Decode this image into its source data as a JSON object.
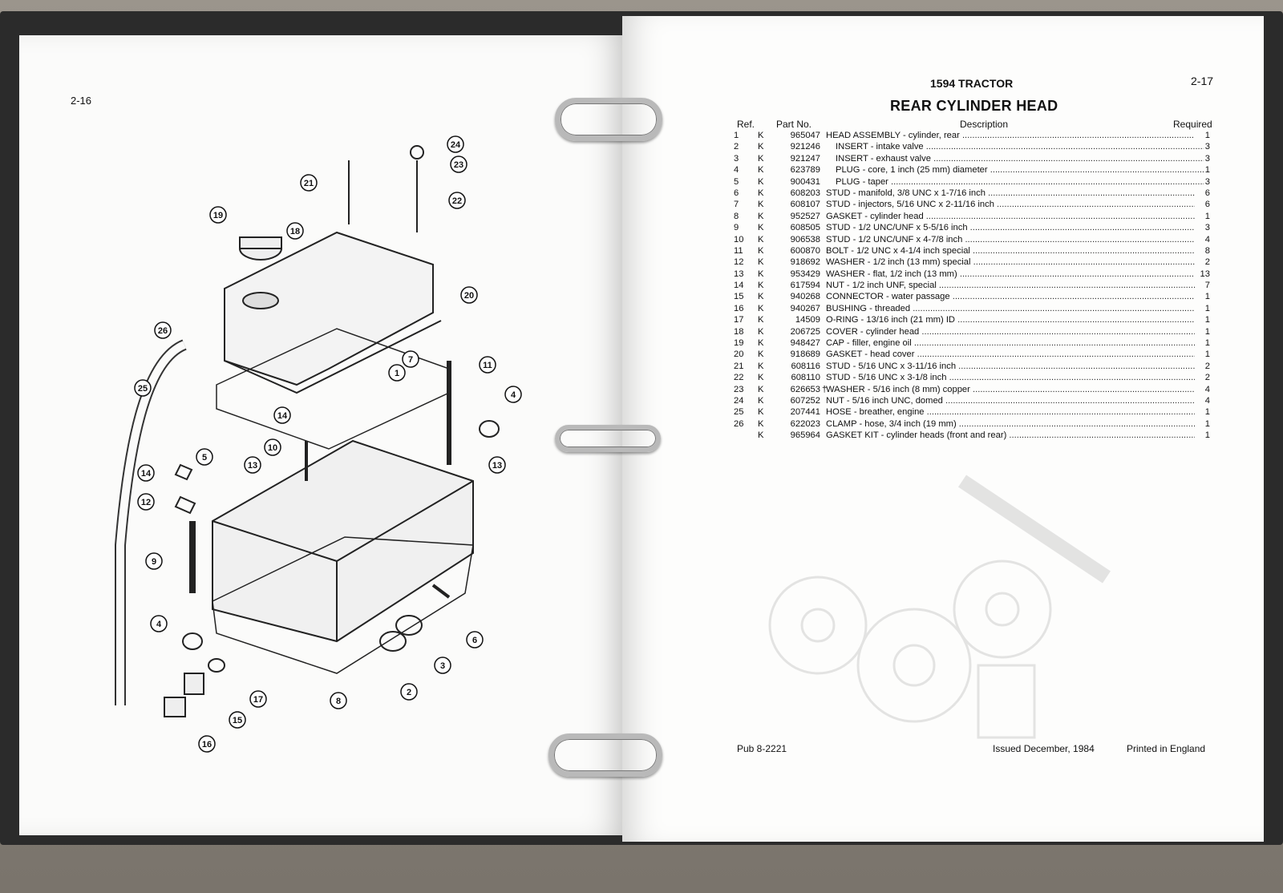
{
  "left_page": {
    "page_number": "2-16",
    "callouts": [
      "24",
      "23",
      "21",
      "22",
      "19",
      "18",
      "20",
      "26",
      "7",
      "11",
      "1",
      "4",
      "25",
      "14",
      "10",
      "13",
      "13",
      "5",
      "14",
      "12",
      "9",
      "4",
      "6",
      "3",
      "2",
      "17",
      "8",
      "15",
      "16"
    ]
  },
  "right_page": {
    "header_title": "1594 TRACTOR",
    "page_number": "2-17",
    "section_title": "REAR CYLINDER HEAD",
    "columns": {
      "ref": "Ref.",
      "part_no": "Part No.",
      "description": "Description",
      "required": "Required"
    },
    "parts": [
      {
        "ref": "1",
        "code": "K",
        "part": "965047",
        "dag": "",
        "desc": "HEAD ASSEMBLY - cylinder, rear",
        "indent": false,
        "req": "1"
      },
      {
        "ref": "2",
        "code": "K",
        "part": "921246",
        "dag": "",
        "desc": "INSERT - intake valve",
        "indent": true,
        "req": "3"
      },
      {
        "ref": "3",
        "code": "K",
        "part": "921247",
        "dag": "",
        "desc": "INSERT - exhaust valve",
        "indent": true,
        "req": "3"
      },
      {
        "ref": "4",
        "code": "K",
        "part": "623789",
        "dag": "",
        "desc": "PLUG - core, 1 inch (25 mm) diameter",
        "indent": true,
        "req": "1"
      },
      {
        "ref": "5",
        "code": "K",
        "part": "900431",
        "dag": "",
        "desc": "PLUG - taper",
        "indent": true,
        "req": "3"
      },
      {
        "ref": "6",
        "code": "K",
        "part": "608203",
        "dag": "",
        "desc": "STUD - manifold, 3/8 UNC x 1-7/16 inch",
        "indent": false,
        "req": "6"
      },
      {
        "ref": "7",
        "code": "K",
        "part": "608107",
        "dag": "",
        "desc": "STUD - injectors, 5/16 UNC x 2-11/16 inch",
        "indent": false,
        "req": "6"
      },
      {
        "ref": "8",
        "code": "K",
        "part": "952527",
        "dag": "",
        "desc": "GASKET - cylinder head",
        "indent": false,
        "req": "1"
      },
      {
        "ref": "9",
        "code": "K",
        "part": "608505",
        "dag": "",
        "desc": "STUD - 1/2 UNC/UNF x 5-5/16 inch",
        "indent": false,
        "req": "3"
      },
      {
        "ref": "10",
        "code": "K",
        "part": "906538",
        "dag": "",
        "desc": "STUD - 1/2 UNC/UNF x 4-7/8 inch",
        "indent": false,
        "req": "4"
      },
      {
        "ref": "11",
        "code": "K",
        "part": "600870",
        "dag": "",
        "desc": "BOLT - 1/2 UNC x 4-1/4 inch special",
        "indent": false,
        "req": "8"
      },
      {
        "ref": "12",
        "code": "K",
        "part": "918692",
        "dag": "",
        "desc": "WASHER - 1/2 inch (13 mm) special",
        "indent": false,
        "req": "2"
      },
      {
        "ref": "13",
        "code": "K",
        "part": "953429",
        "dag": "",
        "desc": "WASHER - flat, 1/2 inch (13 mm)",
        "indent": false,
        "req": "13"
      },
      {
        "ref": "14",
        "code": "K",
        "part": "617594",
        "dag": "",
        "desc": "NUT - 1/2 inch UNF, special",
        "indent": false,
        "req": "7"
      },
      {
        "ref": "15",
        "code": "K",
        "part": "940268",
        "dag": "",
        "desc": "CONNECTOR - water passage",
        "indent": false,
        "req": "1"
      },
      {
        "ref": "16",
        "code": "K",
        "part": "940267",
        "dag": "",
        "desc": "BUSHING - threaded",
        "indent": false,
        "req": "1"
      },
      {
        "ref": "17",
        "code": "K",
        "part": "14509",
        "dag": "",
        "desc": "O-RING - 13/16 inch (21 mm) ID",
        "indent": false,
        "req": "1"
      },
      {
        "ref": "18",
        "code": "K",
        "part": "206725",
        "dag": "",
        "desc": "COVER - cylinder head",
        "indent": false,
        "req": "1"
      },
      {
        "ref": "19",
        "code": "K",
        "part": "948427",
        "dag": "",
        "desc": "CAP - filler, engine oil",
        "indent": false,
        "req": "1"
      },
      {
        "ref": "20",
        "code": "K",
        "part": "918689",
        "dag": "",
        "desc": "GASKET - head cover",
        "indent": false,
        "req": "1"
      },
      {
        "ref": "21",
        "code": "K",
        "part": "608116",
        "dag": "",
        "desc": "STUD - 5/16 UNC x 3-11/16 inch",
        "indent": false,
        "req": "2"
      },
      {
        "ref": "22",
        "code": "K",
        "part": "608110",
        "dag": "",
        "desc": "STUD - 5/16 UNC x 3-1/8 inch",
        "indent": false,
        "req": "2"
      },
      {
        "ref": "23",
        "code": "K",
        "part": "626653",
        "dag": "†",
        "desc": "WASHER - 5/16 inch (8 mm) copper",
        "indent": false,
        "req": "4"
      },
      {
        "ref": "24",
        "code": "K",
        "part": "607252",
        "dag": "",
        "desc": "NUT - 5/16 inch UNC, domed",
        "indent": false,
        "req": "4"
      },
      {
        "ref": "25",
        "code": "K",
        "part": "207441",
        "dag": "",
        "desc": "HOSE - breather, engine",
        "indent": false,
        "req": "1"
      },
      {
        "ref": "26",
        "code": "K",
        "part": "622023",
        "dag": "",
        "desc": "CLAMP - hose, 3/4 inch (19 mm)",
        "indent": false,
        "req": "1"
      },
      {
        "ref": "",
        "code": "K",
        "part": "965964",
        "dag": "",
        "desc": "GASKET KIT - cylinder heads (front and rear)",
        "indent": false,
        "req": "1"
      }
    ],
    "footer": {
      "pub": "Pub 8-2221",
      "issued": "Issued December, 1984",
      "printed": "Printed in England"
    }
  }
}
